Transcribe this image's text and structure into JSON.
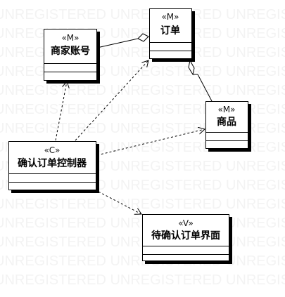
{
  "watermark": {
    "text": "UNREGISTERED UNREGISTERED UNREGISTERED"
  },
  "classes": [
    {
      "id": "merchant",
      "stereotype": "«M»",
      "name": "商家账号"
    },
    {
      "id": "order",
      "stereotype": "«M»",
      "name": "订单"
    },
    {
      "id": "goods",
      "stereotype": "«M»",
      "name": "商品"
    },
    {
      "id": "controller",
      "stereotype": "«C»",
      "name": "确认订单控制器"
    },
    {
      "id": "view",
      "stereotype": "«V»",
      "name": "待确认订单界面"
    }
  ]
}
